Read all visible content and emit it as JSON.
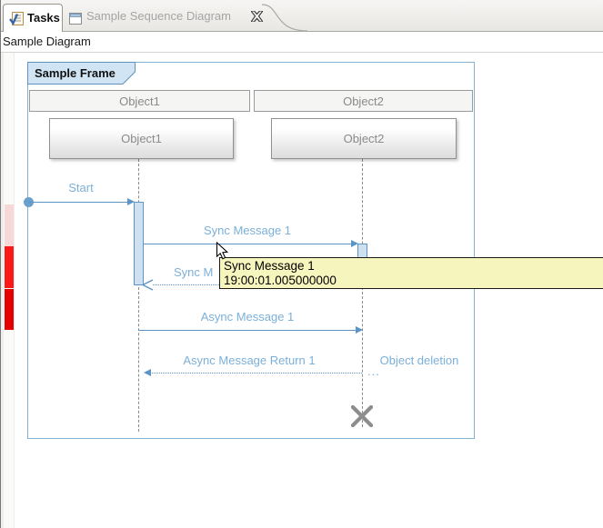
{
  "window": {
    "view_header": "Sample Diagram"
  },
  "tabs": {
    "tasks": {
      "label": "Tasks"
    },
    "sequence": {
      "label": "Sample Sequence Diagram"
    }
  },
  "diagram": {
    "frame_label": "Sample Frame",
    "columns": {
      "col1": "Object1",
      "col2": "Object2"
    },
    "boxes": {
      "box1": "Object1",
      "box2": "Object2"
    },
    "messages": {
      "start": "Start",
      "sync1": "Sync Message 1",
      "sync_return_partial": "Sync M",
      "async1": "Async Message 1",
      "async_return": "Async Message Return 1",
      "deletion": "Object deletion",
      "ellipsis": "..."
    }
  },
  "tooltip": {
    "title": "Sync Message 1",
    "time": "19:00:01.005000000"
  },
  "colors": {
    "message_label_blue": "#7bb0d9",
    "message_line_blue": "#5b94c6",
    "activation_fill": "#cfe1f1",
    "frame_border": "#86b2d4",
    "frame_label_fill": "#d0e4f4",
    "tooltip_bg": "#f6f5be",
    "marker_red": "#fa1818",
    "marker_dark_red": "#e40000",
    "marker_pink": "#f6d8d9",
    "lifeline_gray": "#8a8a8a"
  }
}
